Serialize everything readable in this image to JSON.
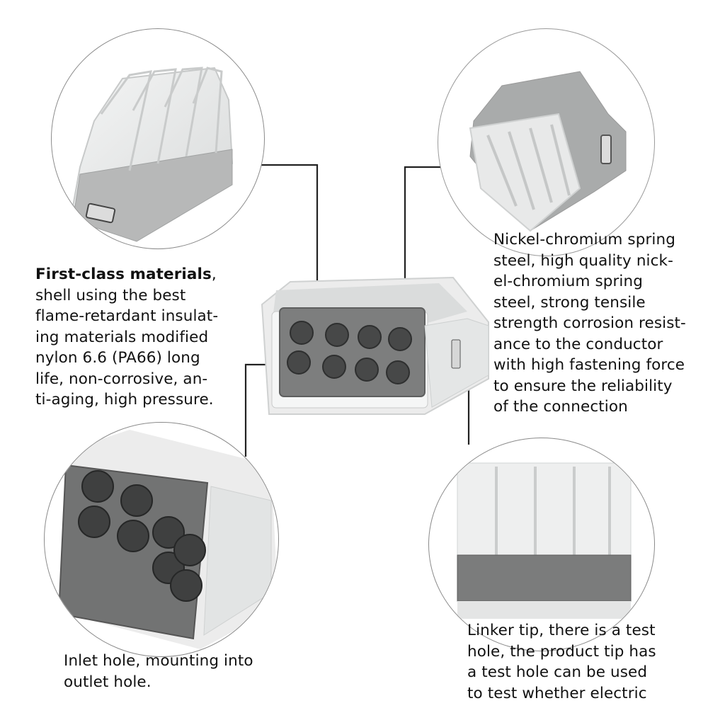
{
  "callouts": {
    "first_class": {
      "heading": "First-class materials",
      "body": ",\nshell using the best\nflame-retardant insulat-\ning materials modified\nnylon 6.6 (PA66) long\nlife, non-corrosive, an-\nti-aging, high pressure."
    },
    "nickel": {
      "body": "Nickel-chromium spring\nsteel, high quality nick-\nel-chromium spring\nsteel, strong tensile\nstrength corrosion resist-\nance to the conductor\nwith high fastening force\nto ensure the reliability\nof the connection"
    },
    "inlet": {
      "body": "Inlet hole, mounting into\noutlet hole."
    },
    "linker": {
      "body": "Linker tip, there is a test\nhole, the product tip has\na test hole can be used\nto test whether electric"
    }
  },
  "colors": {
    "shell_clear": "#e9eaea",
    "core_gray": "#7a7a7a",
    "hole_dark": "#4a4a4a",
    "line": "#222222",
    "circle_border": "#8a8a8a"
  }
}
